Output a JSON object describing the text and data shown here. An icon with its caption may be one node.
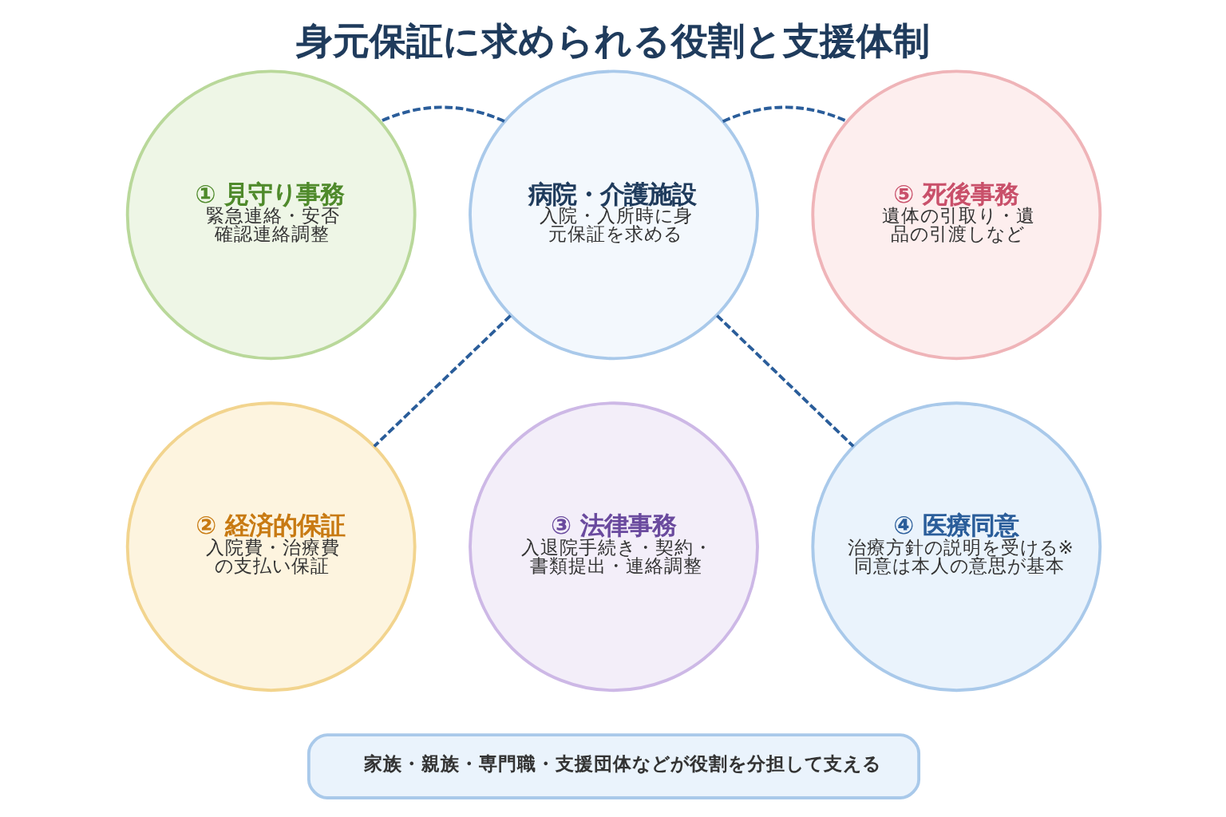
{
  "diagram": {
    "title": "身元保証に求められる役割と支援体制",
    "nodes": [
      {
        "text": [
          "① 見守り事務",
          "緊急連絡・安否確認連絡調整"
        ]
      },
      {
        "text": [
          "病院・介護施設",
          "入院・入所時に身元保証を求める"
        ]
      },
      {
        "text": [
          "⑤ 死後事務",
          "遺体の引取り・遺品の引渡しなど"
        ]
      },
      {
        "text": [
          "② 経済的保証",
          "入院費・治療費の支払い保証"
        ]
      },
      {
        "text": [
          "④ 医療同意",
          "治療方針の説明を受ける※同意は本人の意思が基本"
        ]
      },
      {
        "text": [
          "③ 法律事務",
          "入退院手続き・契約・書類提出・連絡調整"
        ]
      },
      {
        "text": [
          "家族・親族・専門職・支援団体などが役割を分担して支える"
        ]
      }
    ],
    "edges": [
      {
        "from": 1,
        "to": 0,
        "arrow": "none",
        "style": "dashed"
      },
      {
        "from": 1,
        "to": 2,
        "arrow": "none",
        "style": "dashed"
      },
      {
        "from": 1,
        "to": 3,
        "arrow": "none",
        "style": "dashed"
      },
      {
        "from": 1,
        "to": 4,
        "arrow": "none",
        "style": "dashed"
      }
    ]
  }
}
